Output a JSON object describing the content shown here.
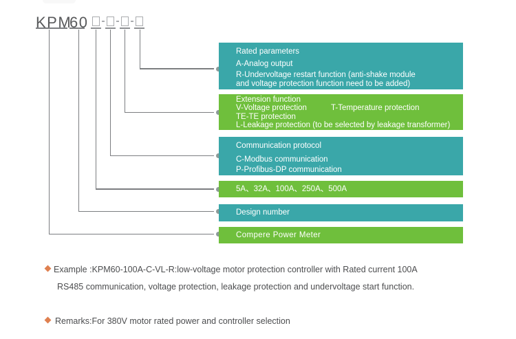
{
  "colors": {
    "teal": "#3aa7a9",
    "green": "#6fbf3c",
    "connector_gray": "#7b7d80",
    "code_text_gray": "#58595b",
    "bullet_orange": "#df8050",
    "bar_text": "#ffffff"
  },
  "model_code": {
    "brand": "KPM",
    "series": "60"
  },
  "bars": [
    {
      "title": "Rated parameters",
      "line1": "A-Analog output",
      "line2": "R-Undervoltage restart function (anti-shake module",
      "line3": "and voltage protection function need to be added)"
    },
    {
      "title": "Extension function",
      "line1a": "V-Voltage protection",
      "line1b": "T-Temperature protection",
      "line2": "TE-TE protection",
      "line3": "L-Leakage protection (to be selected by leakage transformer)"
    },
    {
      "title": "Communication protocol",
      "line1": "C-Modbus communication",
      "line2": "P-Profibus-DP communication"
    },
    {
      "label": "5A、32A、100A、250A、500A"
    },
    {
      "label": "Design number"
    },
    {
      "label": "Compere Power Meter"
    }
  ],
  "notes": {
    "example_line1": "Example :KPM60-100A-C-VL-R:low-voltage motor protection controller with Rated current 100A",
    "example_line2": "RS485 communication, voltage protection, leakage protection and undervoltage start function.",
    "remarks": "Remarks:For 380V motor rated power and controller selection"
  }
}
